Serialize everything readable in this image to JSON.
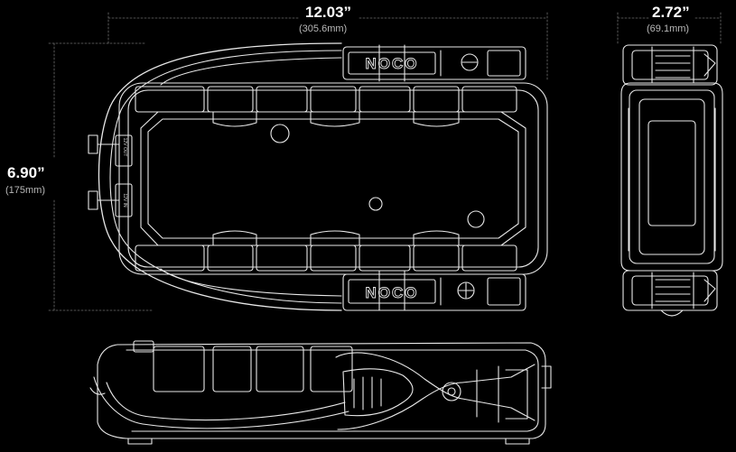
{
  "brand": "NOCO",
  "dimensions": {
    "width": {
      "inches": "12.03”",
      "metric": "(305.6mm)"
    },
    "height": {
      "inches": "6.90”",
      "metric": "(175mm)"
    },
    "depth": {
      "inches": "2.72”",
      "metric": "(69.1mm)"
    }
  },
  "port_labels": [
    "12V OUT",
    "12V IN"
  ],
  "colors": {
    "background": "#000000",
    "line": "#e8e8e8",
    "dimension": "#6e6e6e"
  }
}
